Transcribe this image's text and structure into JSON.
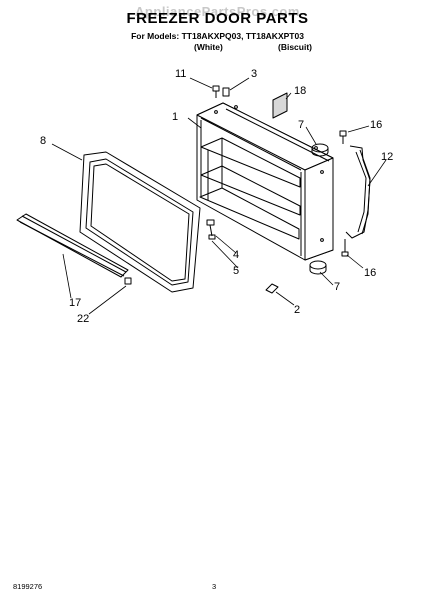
{
  "watermark": "AppliancePartsPros.com",
  "title": "FREEZER DOOR PARTS",
  "models_line": "For Models: TT18AKXPQ03, TT18AKXPT03",
  "variants": {
    "white": "(White)",
    "biscuit": "(Biscuit)"
  },
  "callouts": {
    "c1": "1",
    "c2": "2",
    "c3": "3",
    "c4": "4",
    "c5": "5",
    "c7a": "7",
    "c7b": "7",
    "c8": "8",
    "c11": "11",
    "c12": "12",
    "c16a": "16",
    "c16b": "16",
    "c17": "17",
    "c18": "18",
    "c22": "22"
  },
  "footer": {
    "doc_number": "8199276",
    "page_number": "3"
  }
}
